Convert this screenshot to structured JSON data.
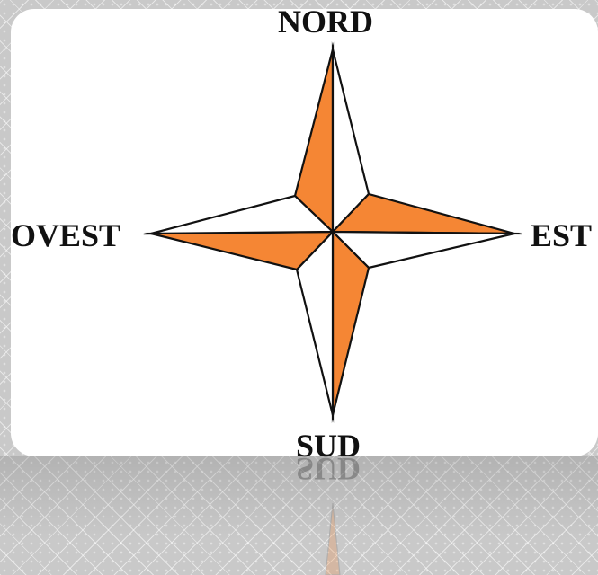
{
  "compass_rose": {
    "labels": {
      "north": "NORD",
      "south": "SUD",
      "east": "EST",
      "west": "OVEST"
    },
    "colors": {
      "accent": "#f58634",
      "light": "#ffffff",
      "outline": "#111111"
    }
  }
}
